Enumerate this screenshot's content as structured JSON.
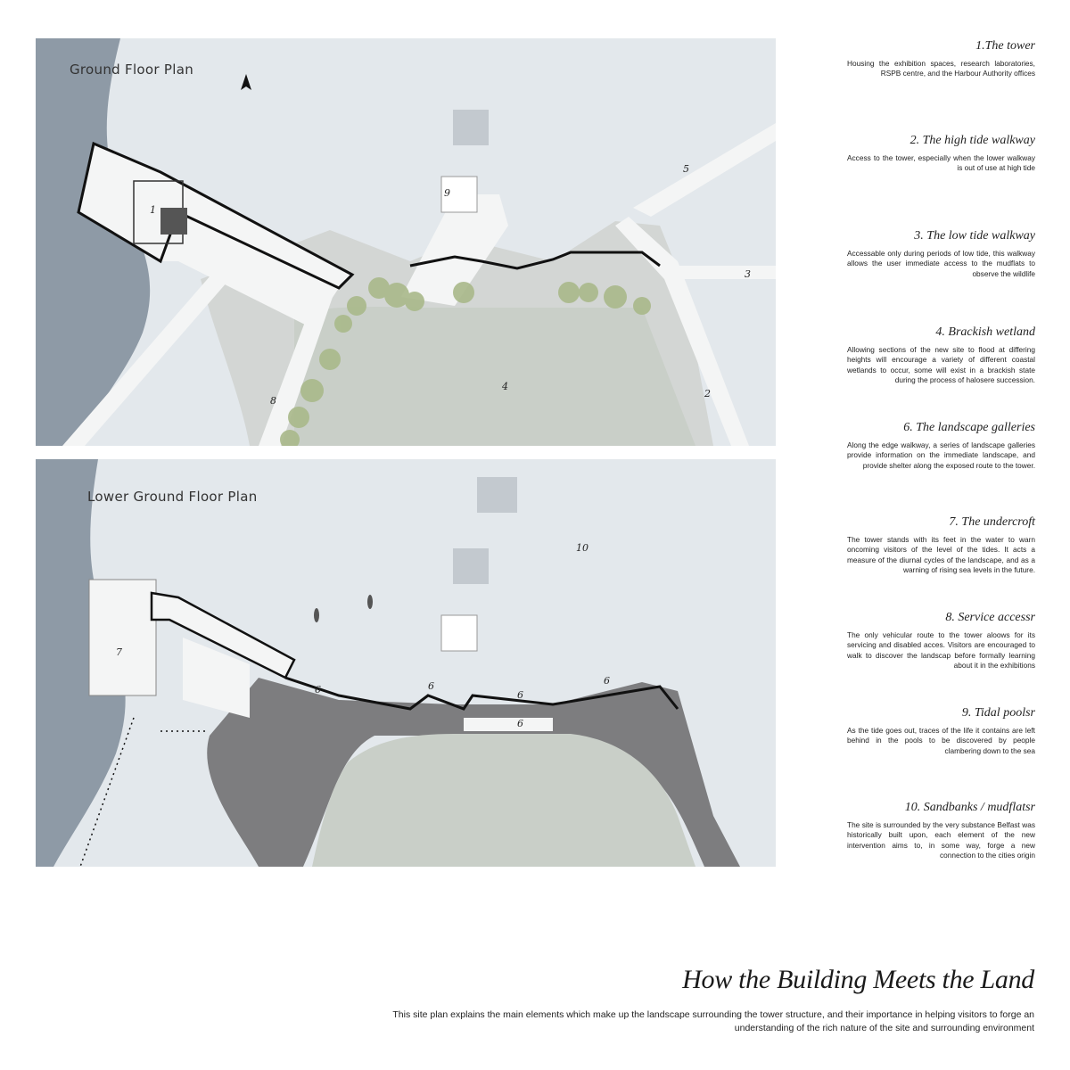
{
  "plans": {
    "ground": {
      "title": "Ground Floor Plan",
      "labels": [
        "1",
        "2",
        "3",
        "4",
        "5",
        "8",
        "9"
      ]
    },
    "lower": {
      "title": "Lower Ground Floor Plan",
      "labels": [
        "6",
        "6",
        "6",
        "6",
        "6",
        "7",
        "10"
      ]
    }
  },
  "legend": [
    {
      "heading": "1.The tower",
      "text": "Housing the exhibition spaces, research laboratories, RSPB centre, and the Harbour Authority offices"
    },
    {
      "heading": "2. The high tide walkway",
      "text": "Access to the tower, especially when the lower walkway is out of use at high tide"
    },
    {
      "heading": "3. The low tide walkway",
      "text": "Accessable only during periods of low tide, this walkway allows the user immediate access to the mudflats to observe the wildlife"
    },
    {
      "heading": "4. Brackish wetland",
      "text": "Allowing sections of the new site to flood at differing heights will encourage a variety of different coastal wetlands to occur, some will exist in a brackish state during the process of halosere succession."
    },
    {
      "heading": "6. The landscape galleries",
      "text": "Along the edge walkway, a series of landscape galleries provide information on the immediate landscape, and provide shelter along the exposed route to the tower."
    },
    {
      "heading": "7. The undercroft",
      "text": "The tower stands with its feet in the water to warn oncoming visitors of the level of the tides. It acts a measure of the diurnal cycles of the landscape, and as a warning of rising sea levels in the future."
    },
    {
      "heading": "8. Service accessr",
      "text": "The only vehicular route to the tower aloows for its servicing and disabled acces. Visitors are encouraged to walk to discover the landscap before formally learning about it in the exhibitions"
    },
    {
      "heading": "9.  Tidal poolsr",
      "text": "As the tide goes out, traces of the life it contains are left behind in the pools to be discovered by people clambering down to the sea"
    },
    {
      "heading": "10.  Sandbanks / mudflatsr",
      "text": "The site is surrounded by the very substance Belfast was historically built upon, each element of the new intervention aims to, in some way, forge a new connection to the cities origin"
    }
  ],
  "footer": {
    "title": "How the Building Meets the Land",
    "description": "This site plan explains the main elements which make up the landscape surrounding the tower structure, and their importance in helping visitors to forge an understanding of the rich nature of the site and surrounding environment"
  },
  "colors": {
    "water": "#8e9aa6",
    "mudflat": "#e3e8ec",
    "wetland": "#c9cfc8",
    "walkway": "#f4f5f5",
    "lower_ground": "#7d7d7f",
    "trees": "#a9b98a"
  }
}
